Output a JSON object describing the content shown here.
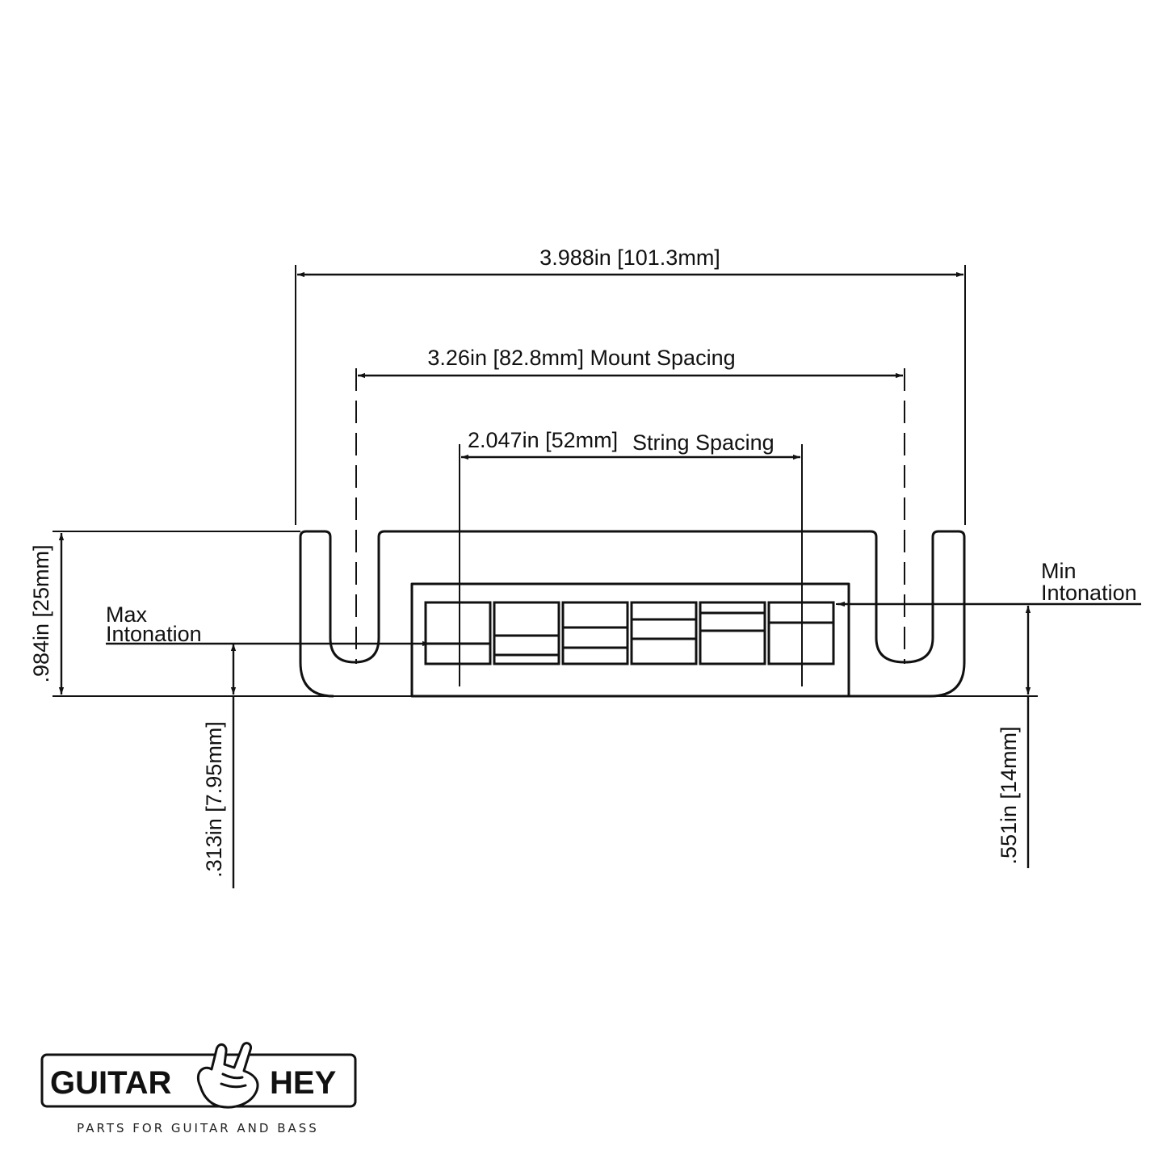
{
  "dimensions": {
    "overall_width": "3.988in [101.3mm]",
    "mount_spacing": "3.26in [82.8mm] Mount Spacing",
    "string_spacing_value": "2.047in [52mm]",
    "string_spacing_label": "String Spacing",
    "height": ".984in [25mm]",
    "max_intonation_line1": "Max",
    "max_intonation_line2": "Intonation",
    "min_intonation_line1": "Min",
    "min_intonation_line2": "Intonation",
    "max_intonation_height": ".313in [7.95mm]",
    "min_intonation_height": ".551in [14mm]"
  },
  "logo": {
    "brand_left": "GUITAR",
    "brand_right": "HEY",
    "tagline": "PARTS FOR GUITAR AND BASS",
    "mascot_icon": "rock-hand-icon"
  },
  "colors": {
    "ink": "#111111",
    "background": "#ffffff"
  }
}
